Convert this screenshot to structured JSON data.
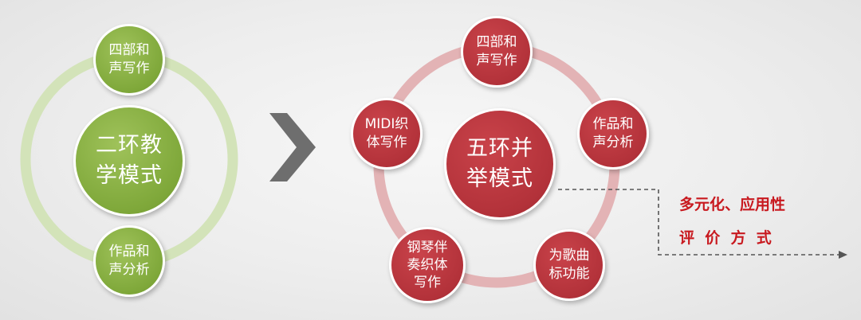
{
  "left_model": {
    "center": "二环教\n学模式",
    "top": "四部和\n声写作",
    "bottom": "作品和\n声分析",
    "ring_color": "#d3e3b9",
    "node_color": "#7fa83a"
  },
  "right_model": {
    "center": "五环并\n举模式",
    "nodes": {
      "top": "四部和\n声写作",
      "upper_right": "作品和\n声分析",
      "lower_right": "为歌曲\n标功能",
      "lower_left": "钢琴伴\n奏织体\n写作",
      "upper_left": "MIDI织\n体写作"
    },
    "ring_color": "#e3b3b5",
    "node_color": "#b3323a"
  },
  "arrow": {
    "icon": "chevron-right-icon",
    "color": "#6e6e6e"
  },
  "annotation": {
    "line1": "多元化、应用性",
    "line2": "评  价  方  式",
    "color": "#c8191f"
  }
}
